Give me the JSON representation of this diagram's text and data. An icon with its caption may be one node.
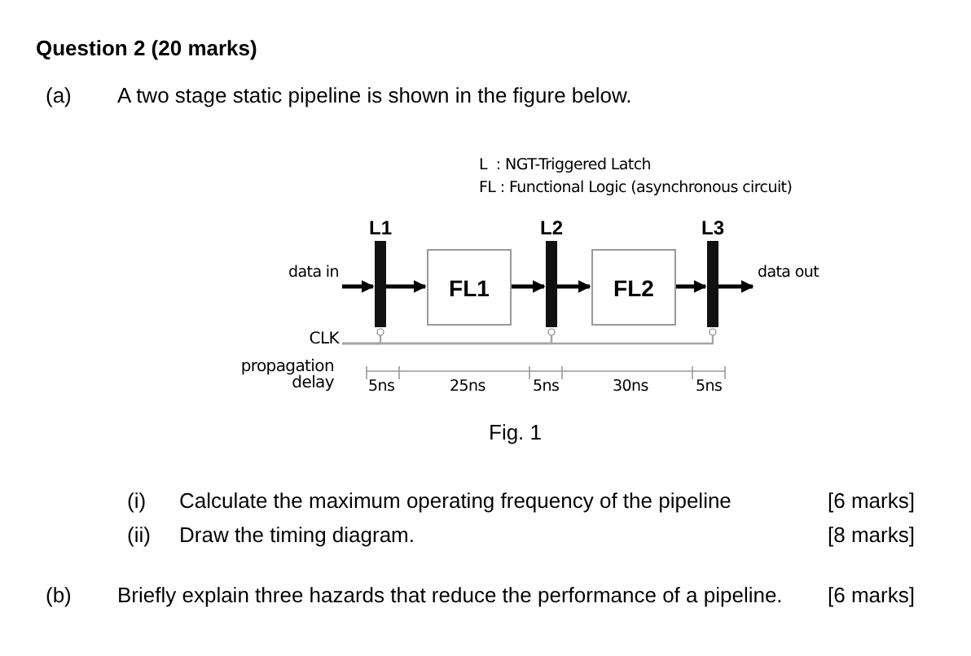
{
  "diagram": {
    "title": "Question 2 (20 marks)",
    "nodes": [
      {
        "text": [
          "data in"
        ]
      },
      {
        "text": [
          "L1"
        ]
      },
      {
        "text": [
          "FL1"
        ]
      },
      {
        "text": [
          "L2"
        ]
      },
      {
        "text": [
          "FL2"
        ]
      },
      {
        "text": [
          "L3"
        ]
      },
      {
        "text": [
          "data out"
        ]
      },
      {
        "text": [
          "CLK"
        ]
      }
    ],
    "edges": [
      {
        "from": 0,
        "to": 1,
        "arrow": "to"
      },
      {
        "from": 1,
        "to": 2,
        "arrow": "to"
      },
      {
        "from": 2,
        "to": 3,
        "arrow": "to"
      },
      {
        "from": 3,
        "to": 4,
        "arrow": "to"
      },
      {
        "from": 4,
        "to": 5,
        "arrow": "to"
      },
      {
        "from": 5,
        "to": 6,
        "arrow": "to"
      },
      {
        "from": 7,
        "to": 1,
        "arrow": "other",
        "color": "#a6a6a6"
      },
      {
        "from": 7,
        "to": 3,
        "arrow": "other",
        "color": "#a6a6a6"
      },
      {
        "from": 7,
        "to": 5,
        "arrow": "other",
        "color": "#a6a6a6"
      }
    ],
    "labels": [
      "(a)",
      "A two stage static pipeline is shown in the figure below.",
      "L  : NGT-Triggered Latch",
      "FL : Functional Logic (asynchronous circuit)",
      "propagation delay",
      "5ns",
      "25ns",
      "5ns",
      "30ns",
      "5ns",
      "Fig. 1",
      "(i)",
      "Calculate the maximum operating frequency of the pipeline",
      "[6 marks]",
      "(ii)",
      "Draw the timing diagram.",
      "[8 marks]",
      "(b)",
      "Briefly explain three hazards that reduce the performance of a pipeline.",
      "[6 marks]"
    ]
  }
}
